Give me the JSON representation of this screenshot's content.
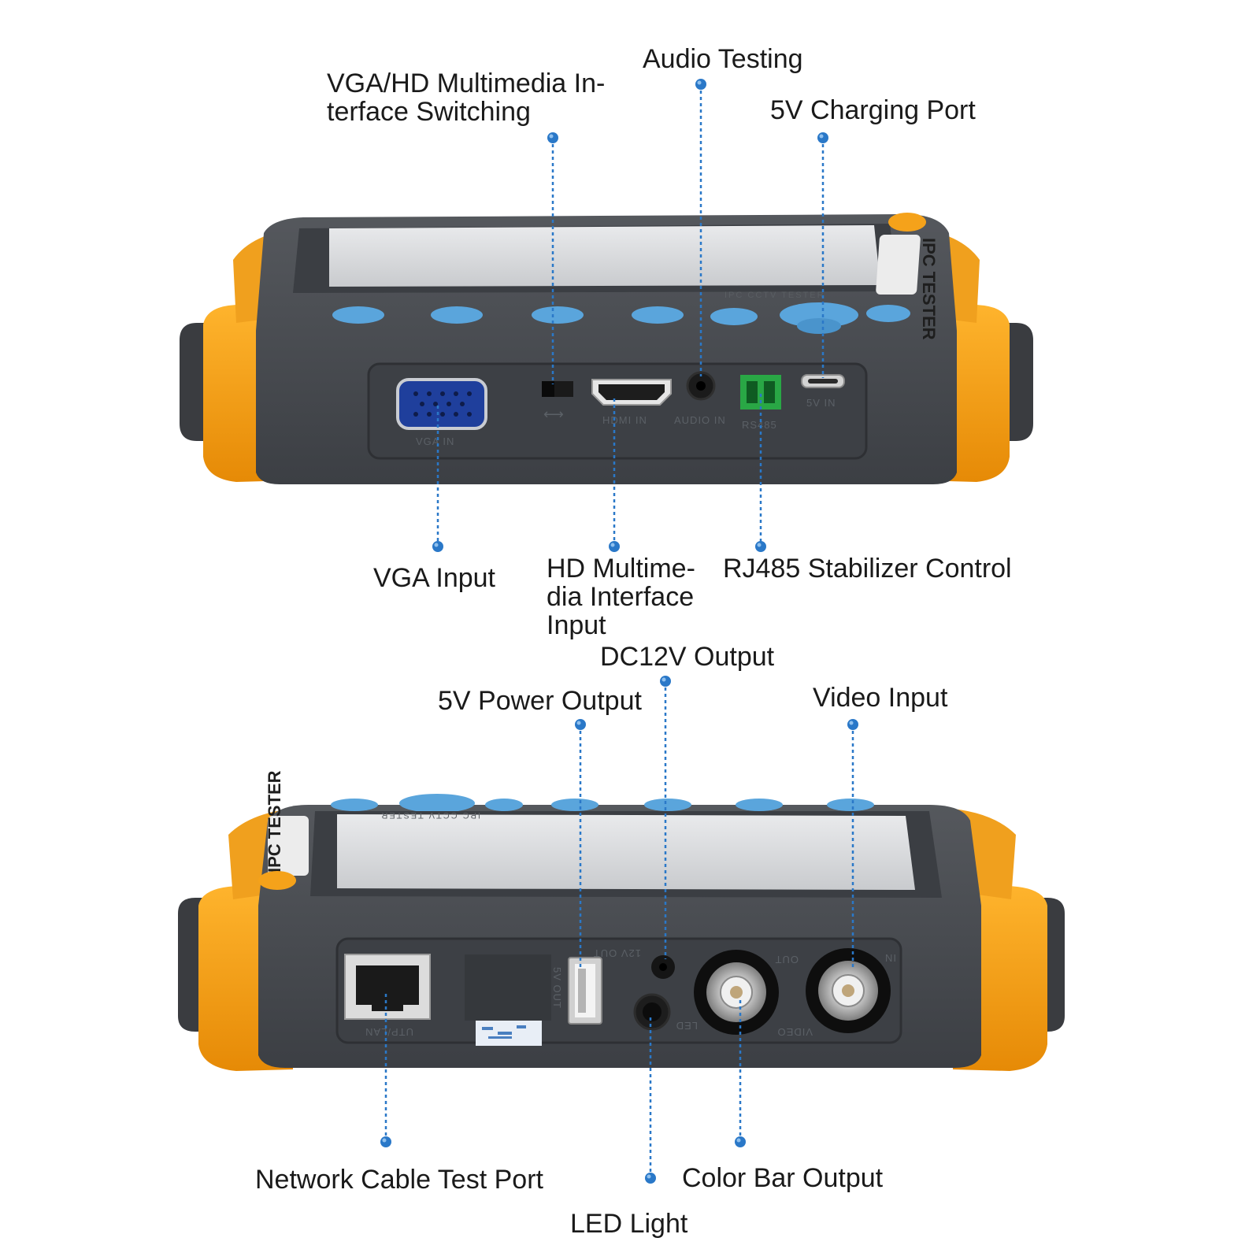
{
  "colors": {
    "accent": "#f5a21a",
    "body": "#4a4d52",
    "button": "#5aa5dc",
    "callout": "#2a78c8"
  },
  "device": {
    "brand": "IPC TESTER",
    "model": "IPC CCTV TESTER",
    "top_ports": {
      "vga": "VGA IN",
      "hdmi": "HDMI IN",
      "audio": "AUDIO IN",
      "rs485": "RS485",
      "usb": "5V IN",
      "switch": "⟷"
    },
    "bottom_ports": {
      "lan": "UTP/LAN",
      "usb": "5V OUT",
      "dc": "12V OUT",
      "led": "LED",
      "video": "VIDEO",
      "out": "OUT",
      "in": "IN"
    }
  },
  "labels": {
    "vga_hd_switching": "VGA/HD Multimedia In-\nterface Switching",
    "audio_testing": "Audio Testing",
    "charging_port": "5V Charging Port",
    "vga_input": "VGA Input",
    "hd_input": "HD Multime-\ndia Interface\nInput",
    "rj485": "RJ485 Stabilizer Control",
    "dc12v_output": "DC12V Output",
    "power_output": "5V Power Output",
    "video_input": "Video Input",
    "network_port": "Network Cable Test Port",
    "color_bar": "Color Bar Output",
    "led_light": "LED Light"
  }
}
